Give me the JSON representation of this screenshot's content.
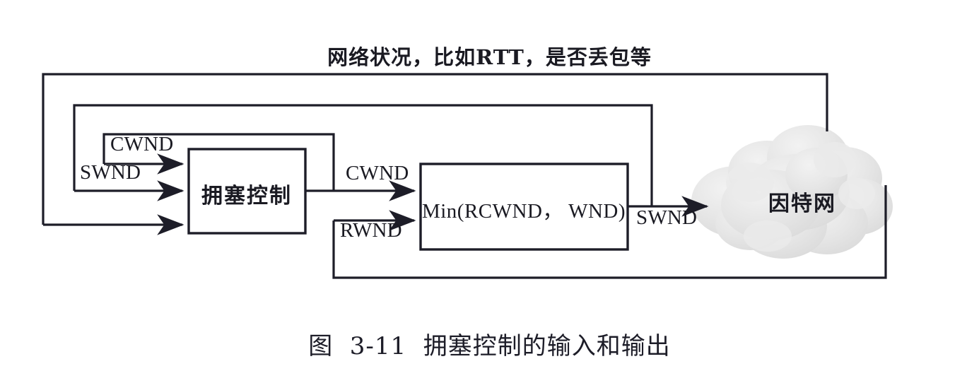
{
  "figure": {
    "caption": "图  3-11  拥塞控制的输入和输出",
    "top_feedback_label": "网络状况，比如RTT，是否丢包等"
  },
  "nodes": {
    "congestion_control": {
      "label": "拥塞控制",
      "shape": "rectangle"
    },
    "min_function": {
      "label": "Min(RCWND， WND)",
      "shape": "rectangle"
    },
    "internet": {
      "label": "因特网",
      "shape": "cloud"
    }
  },
  "edge_labels": {
    "cwnd_feedback_in": "CWND",
    "swnd_feedback_in": "SWND",
    "cwnd_to_min": "CWND",
    "rwnd_to_min": "RWND",
    "swnd_to_internet": "SWND"
  },
  "colors": {
    "stroke": "#1d1d28",
    "background": "#ffffff",
    "cloud_fill": "#e4e4e4",
    "cloud_fill_light": "#ededed",
    "text": "#1a1a22"
  }
}
